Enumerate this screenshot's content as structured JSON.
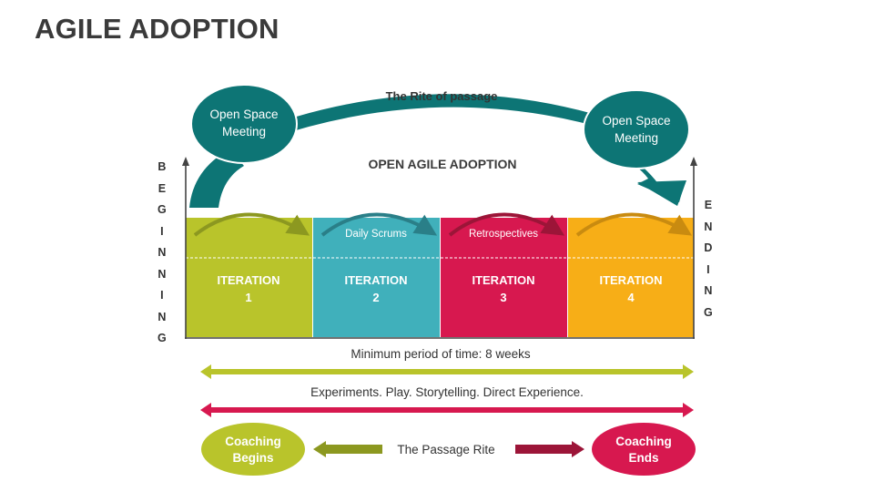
{
  "title": "AGILE ADOPTION",
  "rite_of_passage_label": "The Rite of passage",
  "center_heading": "OPEN AGILE ADOPTION",
  "open_space_left": [
    "Open Space",
    "Meeting"
  ],
  "open_space_right": [
    "Open Space",
    "Meeting"
  ],
  "beginning_letters": [
    "B",
    "E",
    "G",
    "I",
    "N",
    "N",
    "I",
    "N",
    "G"
  ],
  "ending_letters": [
    "E",
    "N",
    "D",
    "I",
    "N",
    "G"
  ],
  "iterations": [
    {
      "line1": "ITERATION",
      "line2": "1",
      "color": "#b9c42b",
      "tag": ""
    },
    {
      "line1": "ITERATION",
      "line2": "2",
      "color": "#40b0bb",
      "tag": "Daily Scrums"
    },
    {
      "line1": "ITERATION",
      "line2": "3",
      "color": "#d7184f",
      "tag": "Retrospectives"
    },
    {
      "line1": "ITERATION",
      "line2": "4",
      "color": "#f7ae17",
      "tag": ""
    }
  ],
  "minimum_period": "Minimum period of time: 8 weeks",
  "experiments": "Experiments. Play. Storytelling. Direct Experience.",
  "coaching_begins": [
    "Coaching",
    "Begins"
  ],
  "coaching_ends": [
    "Coaching",
    "Ends"
  ],
  "passage_rite": "The Passage Rite",
  "colors": {
    "teal": "#0d7575",
    "green": "#b9c42b",
    "olive": "#8c9820",
    "crimson": "#d7184f",
    "maroon": "#9c1538",
    "axis": "#444444",
    "text": "#333333"
  }
}
